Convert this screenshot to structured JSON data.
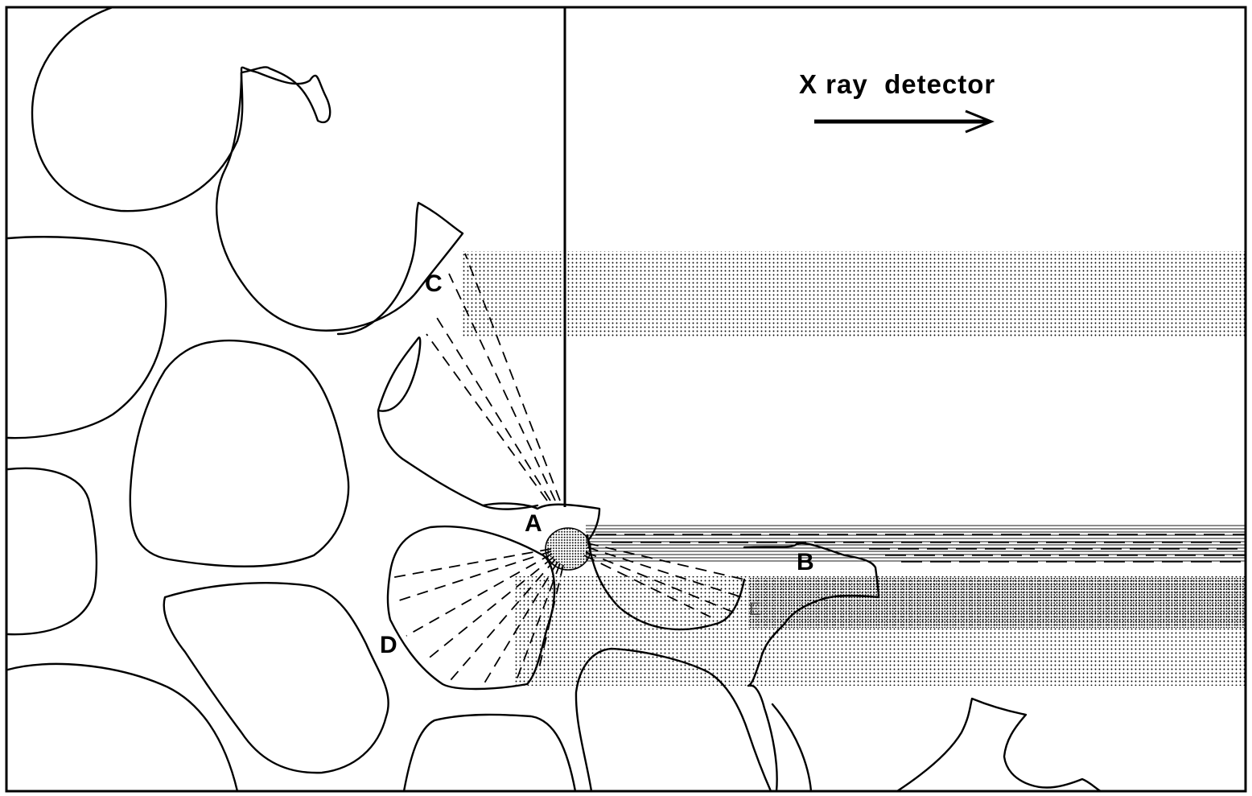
{
  "detector": {
    "label": "X ray  detector",
    "arrow_icon": "right-arrow-icon"
  },
  "labels": {
    "a": "A",
    "b": "B",
    "c": "C",
    "d": "D",
    "e": "E"
  },
  "colors": {
    "ink": "#000000",
    "paper": "#ffffff"
  }
}
